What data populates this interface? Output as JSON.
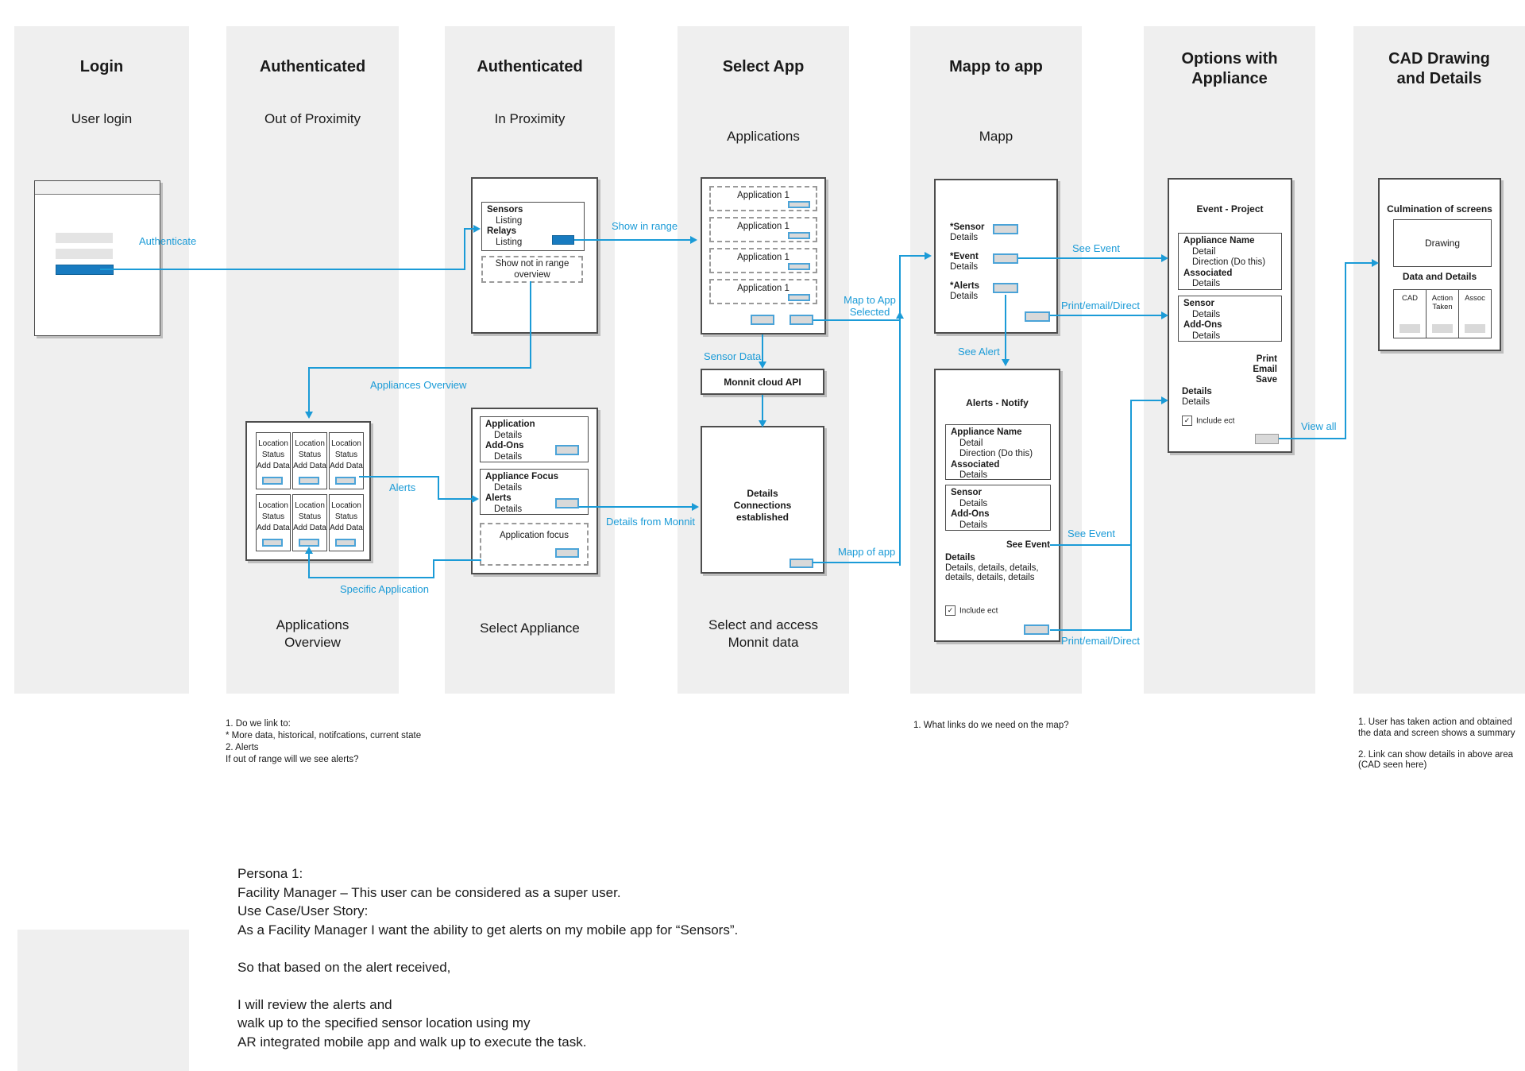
{
  "accent": "#1b9bd7",
  "columns": {
    "login": {
      "title": "Login",
      "subtitle": "User login"
    },
    "authOut": {
      "title": "Authenticated",
      "subtitle": "Out of Proximity",
      "caption": "Applications\nOverview",
      "notes": "1. Do we link to:\n      * More data, historical, notifcations, current state\n2. Alerts\n      If out of range will we see alerts?"
    },
    "authIn": {
      "title": "Authenticated",
      "subtitle": "In Proximity",
      "caption": "Select Appliance"
    },
    "selectApp": {
      "title": "Select App",
      "subtitle": "Applications",
      "caption": "Select and access\nMonnit data"
    },
    "mapp": {
      "title": "Mapp to app",
      "subtitle": "Mapp",
      "notes": "1. What links do we need on the map?"
    },
    "options": {
      "title": "Options with\nAppliance"
    },
    "cad": {
      "title": "CAD Drawing\nand Details",
      "notes": "1. User has taken action and obtained\nthe data and screen shows a summary\n\n2. Link can show details in above area\n(CAD seen here)"
    }
  },
  "sensorsBox": {
    "l1": "Sensors",
    "l2": "Listing",
    "l3": "Relays",
    "l4": "Listing",
    "dashed": "Show not in range\noverview"
  },
  "grid": {
    "line1": "Location",
    "line2": "Status",
    "line3": "Add Data"
  },
  "applianceBox": {
    "a1": "Application",
    "a2": "Details",
    "a3": "Add-Ons",
    "a4": "Details",
    "b1": "Appliance Focus",
    "b2": "Details",
    "b3": "Alerts",
    "b4": "Details",
    "dashed": "Application focus"
  },
  "appsPanel": {
    "row": "Application 1"
  },
  "monnit": {
    "api": "Monnit cloud API",
    "details": "Details\nConnections\nestablished"
  },
  "mappBox": {
    "sensor": "*Sensor",
    "sensorDetails": "Details",
    "event": "*Event",
    "eventDetails": "Details",
    "alerts": "*Alerts",
    "alertsDetails": "Details"
  },
  "alertsNotify": {
    "title": "Alerts - Notify",
    "a1": "Appliance Name",
    "a2": "Detail",
    "a3": "Direction (Do this)",
    "a4": "Associated",
    "a5": "Details",
    "b1": "Sensor",
    "b2": "Details",
    "b3": "Add-Ons",
    "b4": "Details",
    "seeEvent": "See Event",
    "d1": "Details",
    "d2": "Details, details, details,",
    "d3": "details, details, details",
    "include": "Include ect"
  },
  "eventProject": {
    "title": "Event - Project",
    "a1": "Appliance Name",
    "a2": "Detail",
    "a3": "Direction (Do this)",
    "a4": "Associated",
    "a5": "Details",
    "b1": "Sensor",
    "b2": "Details",
    "b3": "Add-Ons",
    "b4": "Details",
    "pes": "Print\nEmail\nSave",
    "d1": "Details",
    "d2": "Details",
    "include": "Include ect"
  },
  "cadBox": {
    "title": "Culmination of screens",
    "drawing": "Drawing",
    "data": "Data and Details",
    "c1": "CAD",
    "c2": "Action\nTaken",
    "c3": "Assoc"
  },
  "labels": {
    "authenticate": "Authenticate",
    "showInRange": "Show in range",
    "appliancesOverview": "Appliances Overview",
    "alerts": "Alerts",
    "specificApplication": "Specific Application",
    "detailsFromMonnit": "Details from Monnit",
    "sensorData": "Sensor Data",
    "mapToApp": "Map to App\nSelected",
    "mappOfApp": "Mapp of app",
    "seeEvent1": "See Event",
    "printEmail1": "Print/email/Direct",
    "seeAlert": "See Alert",
    "seeEvent2": "See Event",
    "printEmail2": "Print/email/Direct",
    "viewAll": "View all"
  },
  "persona": "Persona 1:\nFacility Manager – This user can be considered as a super user.\nUse Case/User Story:\nAs a Facility Manager I want the ability to get alerts on my mobile app for “Sensors”.\n\nSo that based on the alert received,\n\nI will review the alerts and\nwalk up to the specified sensor location using my\nAR integrated mobile app and walk up to execute the task."
}
